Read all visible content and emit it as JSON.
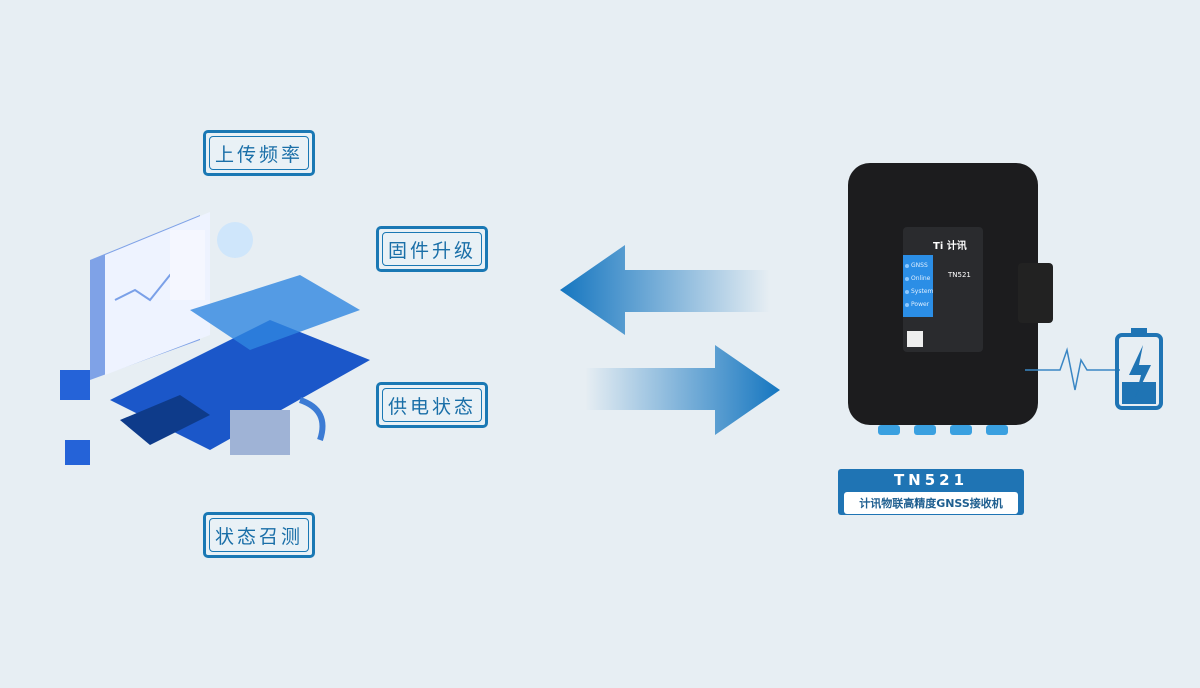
{
  "features": [
    "上传频率",
    "固件升级",
    "供电状态",
    "状态召测"
  ],
  "device": {
    "brand": "Ti 计讯",
    "model_on_device": "TN521",
    "led_labels": [
      "GNSS",
      "Online",
      "System",
      "Power"
    ]
  },
  "product_label": {
    "model": "TN521",
    "name": "计讯物联高精度GNSS接收机"
  },
  "colors": {
    "accent": "#1f74b4",
    "background": "#e7eef3"
  }
}
